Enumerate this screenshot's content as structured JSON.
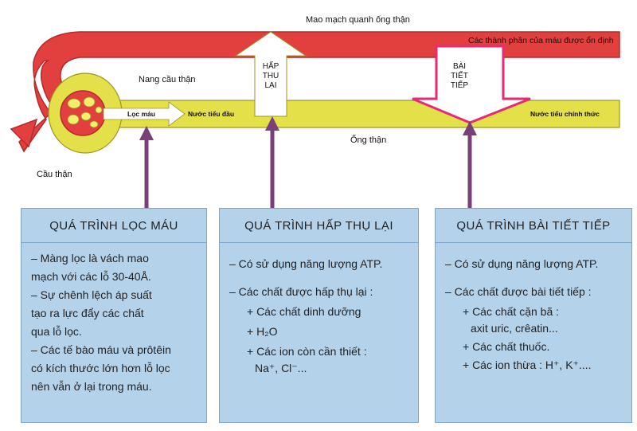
{
  "labels": {
    "peritubular": "Mao mạch quanh ống thận",
    "stable": "Các thành phần của máu được ổn định",
    "capsule": "Nang cầu thận",
    "glomerulus": "Cầu thận",
    "filtration": "Lọc máu",
    "primary_urine": "Nước tiểu đầu",
    "final_urine": "Nước tiểu chính thức",
    "tubule": "Ống thận",
    "reabsorb_arrow": [
      "HẤP",
      "THU",
      "LẠI"
    ],
    "secrete_arrow": [
      "BÀI",
      "TIẾT",
      "TIẾP"
    ]
  },
  "boxes": [
    {
      "title": "QUÁ TRÌNH LỌC MÁU",
      "lines": [
        "– Màng lọc là vách mao",
        "mạch với các lỗ 30-40Å.",
        "– Sự chênh lệch áp suất",
        "tạo ra lực đẩy các chất",
        "qua lỗ lọc.",
        "– Các tế bào máu và prôtêin",
        "có kích thước lớn hơn lỗ lọc",
        "nên vẫn ở lại trong máu."
      ]
    },
    {
      "title": "QUÁ TRÌNH HẤP THỤ LẠI",
      "line1": "– Có sử dụng năng lượng ATP.",
      "line2": "– Các chất được hấp thụ lại :",
      "item1": "+ Các chất dinh dưỡng",
      "item2": "+ H₂O",
      "item3": "+ Các ion còn cần thiết :",
      "item3b": "Na⁺, Cl⁻..."
    },
    {
      "title": "QUÁ TRÌNH BÀI TIẾT TIẾP",
      "line1": "– Có sử dụng năng lượng ATP.",
      "line2": "– Các chất được bài tiết tiếp :",
      "item1": "+ Các chất cặn bã :",
      "item1b": "axit uric, crêatin...",
      "item2": "+ Các chất thuốc.",
      "item3": "+ Các ion thừa : H⁺, K⁺...."
    }
  ],
  "colors": {
    "blood": "#e2403f",
    "blood_edge": "#b52a2a",
    "tubule": "#e4e04a",
    "tubule_edge": "#9a9520",
    "connector": "#7a3f78",
    "box_fill": "#b5d2eb",
    "box_border": "#7ea6c9"
  }
}
